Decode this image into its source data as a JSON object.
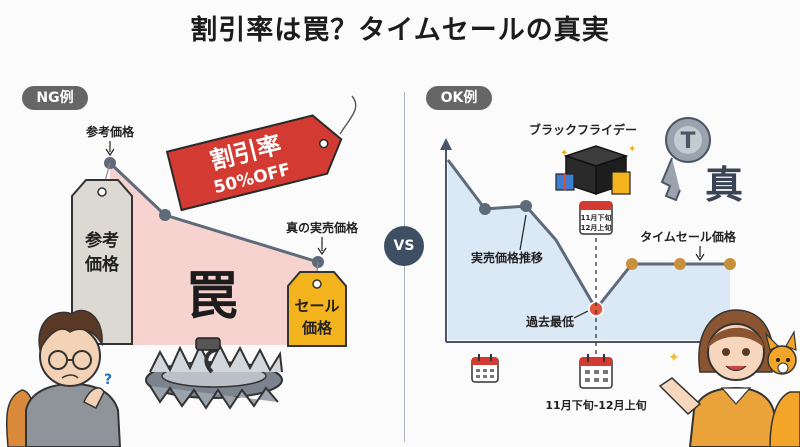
{
  "title": "割引率は罠？タイムセールの真実",
  "ng": {
    "label": "NG例",
    "ref_price_label": "参考価格",
    "ref_tag_line1": "参考",
    "ref_tag_line2": "価格",
    "discount_tag_line1": "割引率",
    "discount_tag_line2": "50%OFF",
    "trap_text": "罠",
    "actual_price_label": "真の実売価格",
    "sale_tag_line1": "セール",
    "sale_tag_line2": "価格"
  },
  "vs_label": "VS",
  "ok": {
    "label": "OK例",
    "black_friday_label": "ブラックフライデー",
    "mini_date_line1": "11月下旬",
    "mini_date_line2": "12月上旬",
    "price_trend_label": "実売価格推移",
    "lowest_label": "過去最低",
    "timesale_price_label": "タイムセール価格",
    "key_text": "T",
    "truth_text": "真",
    "date_range_label": "11月下旬-12月上旬"
  },
  "colors": {
    "ng_area": "#f6d3cf",
    "ok_area": "#dbe9f6",
    "line": "#5e6a7a",
    "red_tag": "#d33b32",
    "yellow_tag": "#f3b31c",
    "lowest_dot": "#e2553a"
  }
}
